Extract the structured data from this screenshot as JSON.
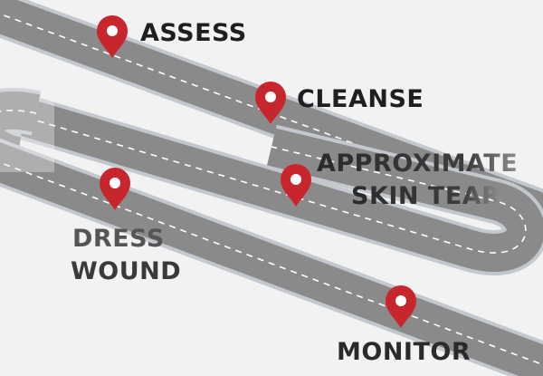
{
  "colors": {
    "background": "#f2f2f2",
    "road": "#8a8a8a",
    "road_edge": "#b7bcc2",
    "road_dash": "#ffffff",
    "pin": "#c8262d",
    "pin_dot": "#ffffff",
    "label_dark": "#1f1f1f",
    "label_mid": "#3a3a3a",
    "label_light": "#5a5a5a"
  },
  "steps": {
    "assess": {
      "label": "ASSESS"
    },
    "cleanse": {
      "label": "CLEANSE"
    },
    "approximate": {
      "line1": "APPROXIMATE",
      "line2": "SKIN TEAR"
    },
    "dress": {
      "line1": "DRESS",
      "line2": "WOUND"
    },
    "monitor": {
      "label": "MONITOR"
    }
  }
}
